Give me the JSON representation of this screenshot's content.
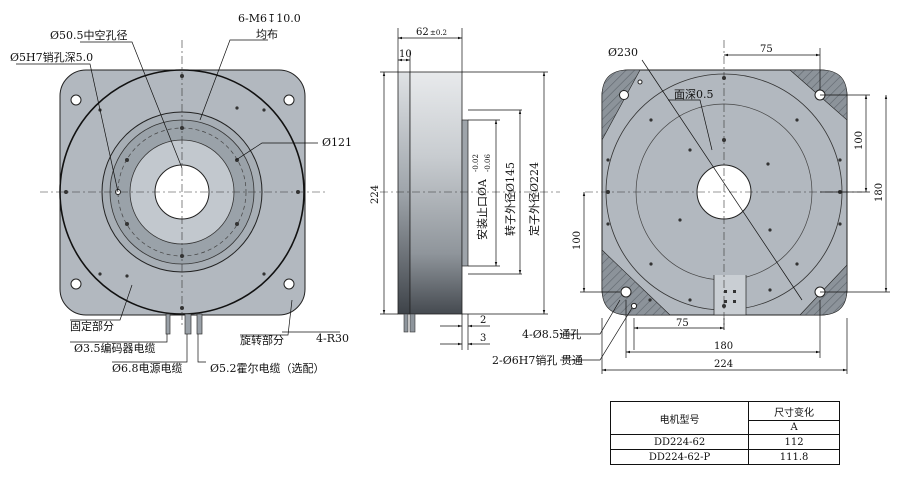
{
  "front_view": {
    "hollow_bore": "Ø50.5中空孔径",
    "pin_hole": "Ø5H7销孔深5.0",
    "thread": "6-M6↧10.0",
    "thread_even": "均布",
    "bolt_circle": "Ø121",
    "width": "224",
    "fixed_part": "固定部分",
    "rotating_part": "旋转部分",
    "corner_radius": "4-R30",
    "encoder_cable": "Ø3.5编码器电缆",
    "power_cable": "Ø6.8电源电缆",
    "hall_cable": "Ø5.2霍尔电缆（选配）"
  },
  "side_view": {
    "height": "62",
    "height_tol": "±0.2",
    "flange": "10",
    "spigot": "安装止口ØA",
    "spigot_tol_upper": "-0.02",
    "spigot_tol_lower": "-0.06",
    "rotor_od": "转子外径Ø145",
    "stator_od": "定子外径Ø224",
    "dim_2": "2",
    "dim_3": "3"
  },
  "rear_view": {
    "pitch_circle": "Ø230",
    "face_depth": "面深0.5",
    "top_75": "75",
    "right_100": "100",
    "right_180": "180",
    "left_100": "100",
    "bottom_75": "75",
    "bottom_180": "180",
    "bottom_224": "224",
    "through_hole": "4-Ø8.5通孔",
    "dowel_hole": "2-Ø6H7销孔 贯通"
  },
  "table": {
    "col1_header": "电机型号",
    "col2_header": "尺寸变化",
    "col2_sub": "A",
    "rows": [
      {
        "model": "DD224-62",
        "a": "112"
      },
      {
        "model": "DD224-62-P",
        "a": "111.8"
      }
    ]
  },
  "colors": {
    "body_gray": "#b2b8bf",
    "rotor_gray": "#98a0a8",
    "bore_gray": "#c2c8ce",
    "hatch_gray": "#8c939a"
  }
}
